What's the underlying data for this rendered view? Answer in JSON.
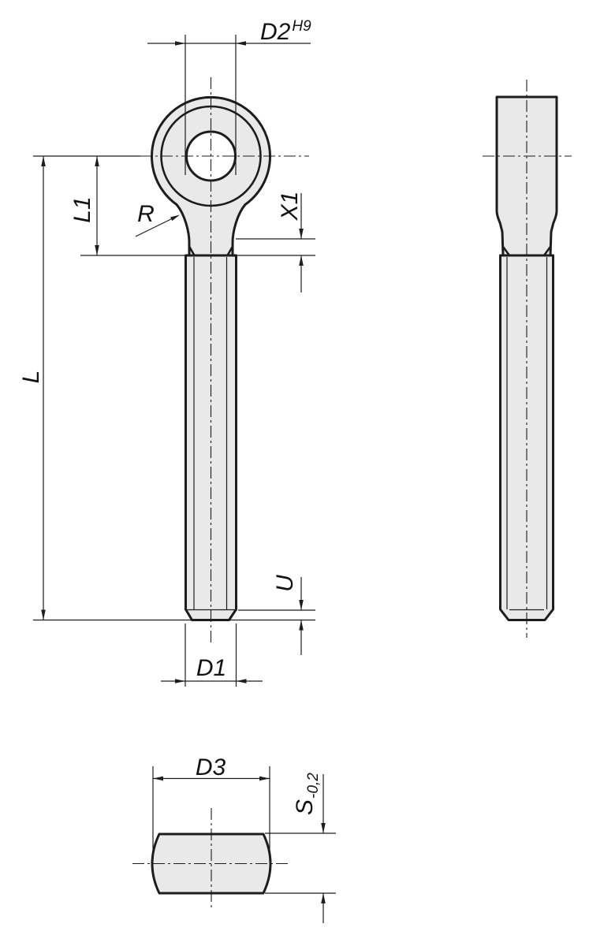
{
  "colors": {
    "line": "#1d1d1d",
    "fill": "#e9e9e9",
    "hole_fill": "#ffffff",
    "background": "#ffffff"
  },
  "labels": {
    "d2": "D2",
    "d2_tol": "H9",
    "l1": "L1",
    "r": "R",
    "x1": "X1",
    "l": "L",
    "u": "U",
    "d1": "D1",
    "d3": "D3",
    "s": "S",
    "s_tol": "-0,2"
  }
}
